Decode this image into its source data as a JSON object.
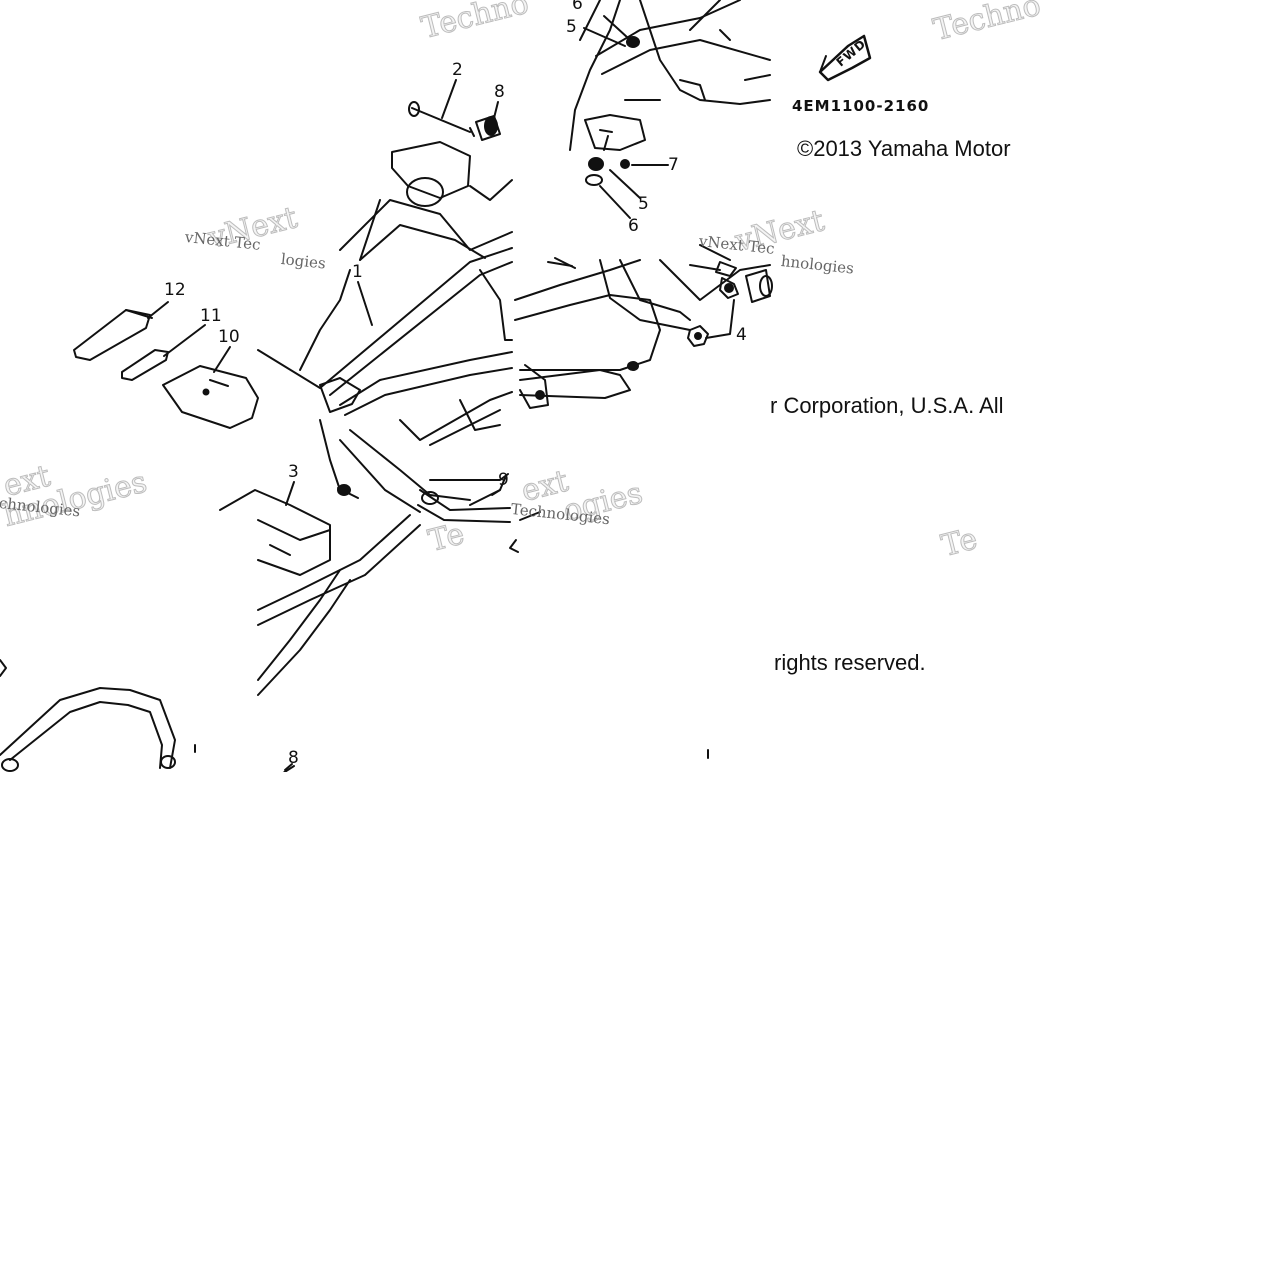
{
  "diagram": {
    "part_code": "4EM1100-2160",
    "fwd_label": "FWD",
    "copyright_line_1": "©2013 Yamaha Motor",
    "copyright_line_2": "r Corporation, U.S.A. All",
    "copyright_line_3": "rights reserved.",
    "callouts": {
      "c1": "1",
      "c2": "2",
      "c3": "3",
      "c4": "4",
      "c5a": "5",
      "c5b": "5",
      "c6a": "6",
      "c6b": "6",
      "c7": "7",
      "c8a": "8",
      "c8b": "8",
      "c9": "9",
      "c10": "10",
      "c11": "11",
      "c12": "12"
    },
    "watermarks": {
      "w_big_1": "Techno",
      "w_big_2": "Techno",
      "w_big_3": "Te",
      "w_big_4": "Te",
      "w_big_5": "vNext",
      "w_big_6": "vNext",
      "w_big_7": "ext",
      "w_big_8": "ext",
      "w_big_9": "hnologies",
      "w_big_10": "ogies",
      "w_small_1": "vNext Tec",
      "w_small_2": "vNext Tec",
      "w_small_3": "logies",
      "w_small_4": "hnologies",
      "w_small_5": "chnologies",
      "w_small_6": "Technologies"
    }
  }
}
